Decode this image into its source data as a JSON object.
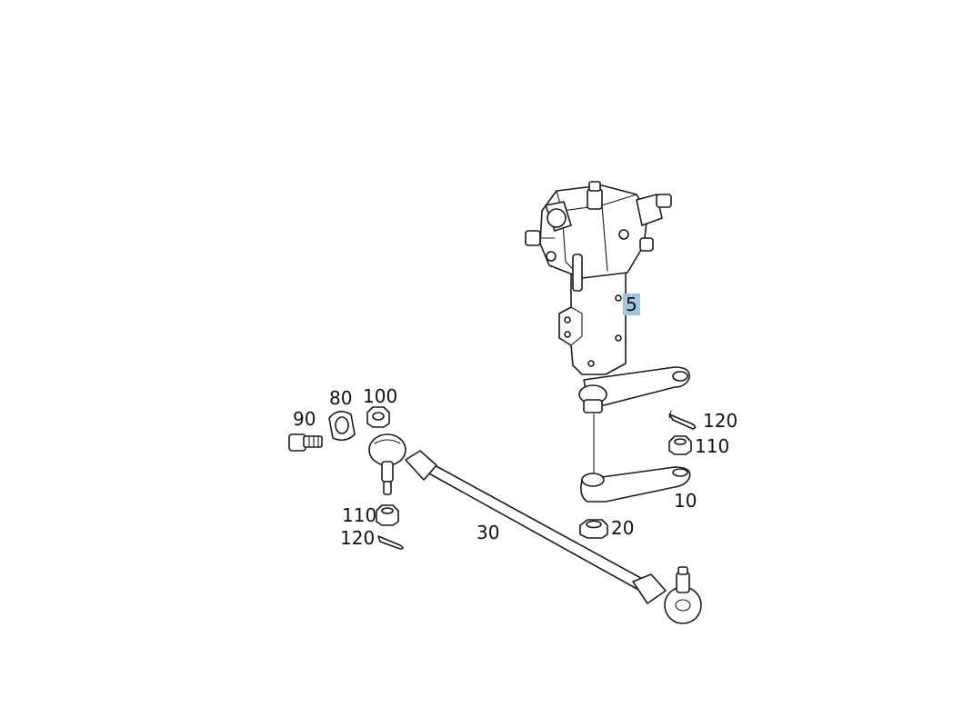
{
  "colors": {
    "highlight": "#9fc6dd",
    "line": "#1a1a1a",
    "background": "#ffffff"
  },
  "callouts": {
    "steering_gear": {
      "label": "5",
      "highlighted": true
    },
    "pitman_arm": {
      "label": "10"
    },
    "nut_pitman": {
      "label": "20"
    },
    "tie_rod": {
      "label": "30"
    },
    "clamp_bracket": {
      "label": "80"
    },
    "bolt": {
      "label": "90"
    },
    "nut_clamp": {
      "label": "100"
    },
    "castle_nut_right": {
      "label": "110"
    },
    "cotter_pin_right": {
      "label": "120"
    },
    "castle_nut_left": {
      "label": "110"
    },
    "cotter_pin_left": {
      "label": "120"
    }
  }
}
